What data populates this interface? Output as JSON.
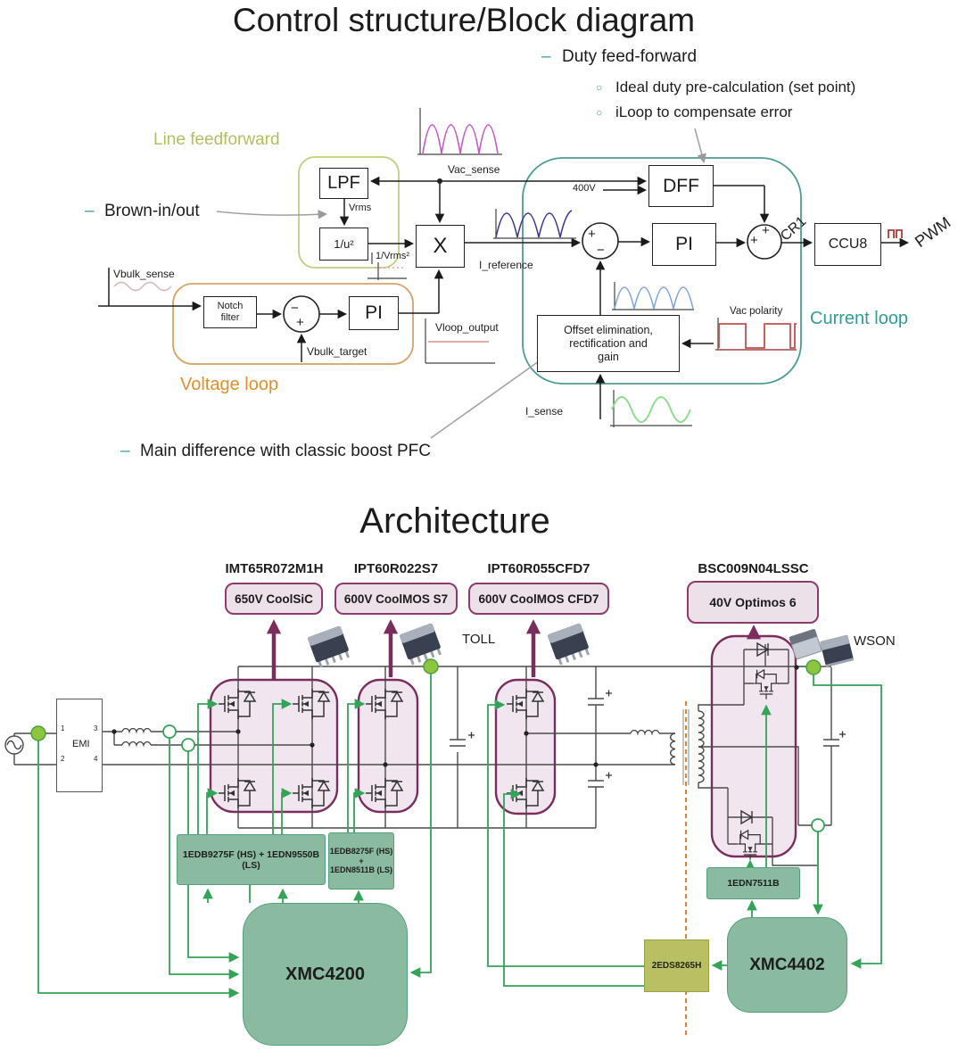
{
  "control": {
    "title": "Control structure/Block diagram",
    "bullets": {
      "dash": "–",
      "circle": "○",
      "duty": "Duty feed-forward",
      "sub1": "Ideal duty pre-calculation (set point)",
      "sub2": "iLoop to compensate error",
      "brown": "Brown-in/out",
      "main_diff": "Main difference with classic boost PFC"
    },
    "groups": {
      "line_ff": "Line feedforward",
      "voltage_loop": "Voltage loop",
      "current_loop": "Current loop"
    },
    "blocks": {
      "lpf": "LPF",
      "inv_sq": "1/u²",
      "mult": "X",
      "notch_l1": "Notch",
      "notch_l2": "filter",
      "pi_v": "PI",
      "pi_i": "PI",
      "dff": "DFF",
      "ccu8": "CCU8",
      "offset_l1": "Offset elimination,",
      "offset_l2": "rectification and",
      "offset_l3": "gain"
    },
    "signals": {
      "vrms": "Vrms",
      "inv_vrms2": "1/Vrms²",
      "vac_sense": "Vac_sense",
      "i_reference": "I_reference",
      "vbulk_sense": "Vbulk_sense",
      "vbulk_target": "Vbulk_target",
      "vloop_output": "Vloop_output",
      "v400": "400V",
      "cr1": "CR1",
      "pwm": "PWM",
      "vac_polarity": "Vac polarity",
      "i_sense": "I_sense"
    },
    "ops": {
      "plus": "+",
      "minus": "−"
    }
  },
  "architecture": {
    "title": "Architecture",
    "devices": [
      {
        "part": "IMT65R072M1H",
        "badge": "650V CoolSiC"
      },
      {
        "part": "IPT60R022S7",
        "badge": "600V CoolMOS S7"
      },
      {
        "part": "IPT60R055CFD7",
        "badge": "600V CoolMOS CFD7"
      },
      {
        "part": "BSC009N04LSSC",
        "badge": "40V Optimos 6"
      }
    ],
    "packages": {
      "toll": "TOLL",
      "wson": "WSON"
    },
    "emi": {
      "label": "EMI",
      "pins": [
        "1",
        "2",
        "3",
        "4"
      ]
    },
    "drivers": {
      "d1": "1EDB9275F (HS) + 1EDN9550B (LS)",
      "d2_l1": "1EDB8275F (HS)",
      "d2_l2": "+",
      "d2_l3": "1EDN8511B (LS)",
      "d3": "1EDN7511B"
    },
    "isolator": "2EDS8265H",
    "mcu_primary": "XMC4200",
    "mcu_secondary": "XMC4402"
  },
  "colors": {
    "teal": "#3f9e97",
    "olive": "#b3bf5f",
    "orange": "#e2902f",
    "purple_border": "#7b2d5d",
    "green_wire": "#33a457",
    "green_box": "#8abba0",
    "iso_box": "#b9c063",
    "dash_line": "#e0823c"
  }
}
